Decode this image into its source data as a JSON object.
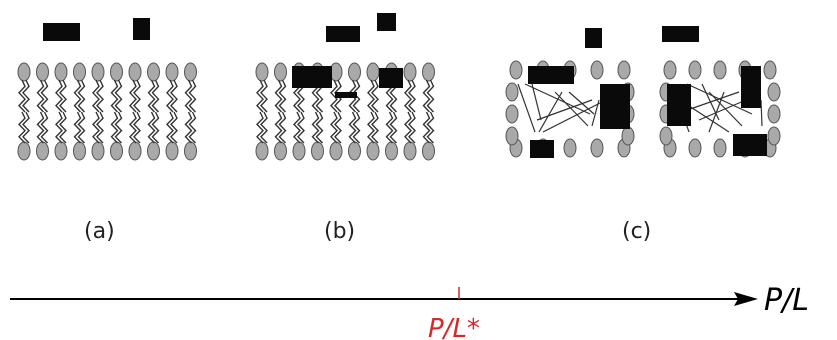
{
  "panels": [
    {
      "id": "a",
      "label": "(a)",
      "state": "peptides-on-surface"
    },
    {
      "id": "b",
      "label": "(b)",
      "state": "peptides-inserting"
    },
    {
      "id": "c",
      "label": "(c)",
      "state": "pore-formation"
    }
  ],
  "axis": {
    "label": "P/L",
    "critical_label": "P/L*",
    "critical_color": "#d42a2a",
    "line_color": "#000000"
  },
  "colors": {
    "head": "#a9a9a9",
    "head_stroke": "#555555",
    "tail": "#333333",
    "peptide": "#0a0a0a"
  }
}
